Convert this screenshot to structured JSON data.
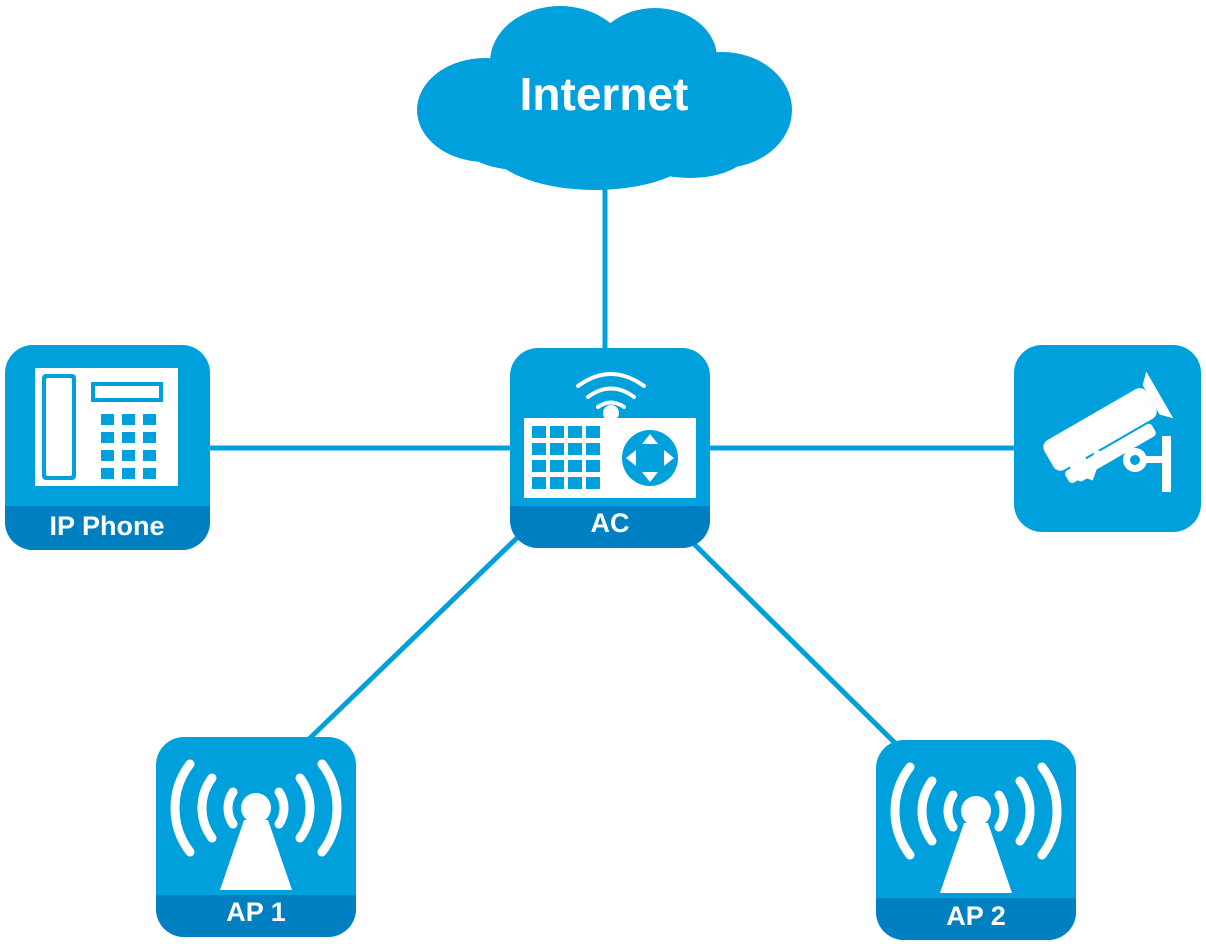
{
  "colors": {
    "primary": "#00A0DC",
    "dark": "#0080C0",
    "white": "#FFFFFF"
  },
  "cloud": {
    "label": "Internet"
  },
  "devices": {
    "ip_phone": {
      "label": "IP Phone",
      "icon": "desk-phone-icon"
    },
    "ac": {
      "label": "AC",
      "icon": "access-controller-icon"
    },
    "camera": {
      "icon": "security-camera-icon"
    },
    "ap1": {
      "label": "AP 1",
      "icon": "wireless-antenna-icon"
    },
    "ap2": {
      "label": "AP 2",
      "icon": "wireless-antenna-icon"
    }
  }
}
